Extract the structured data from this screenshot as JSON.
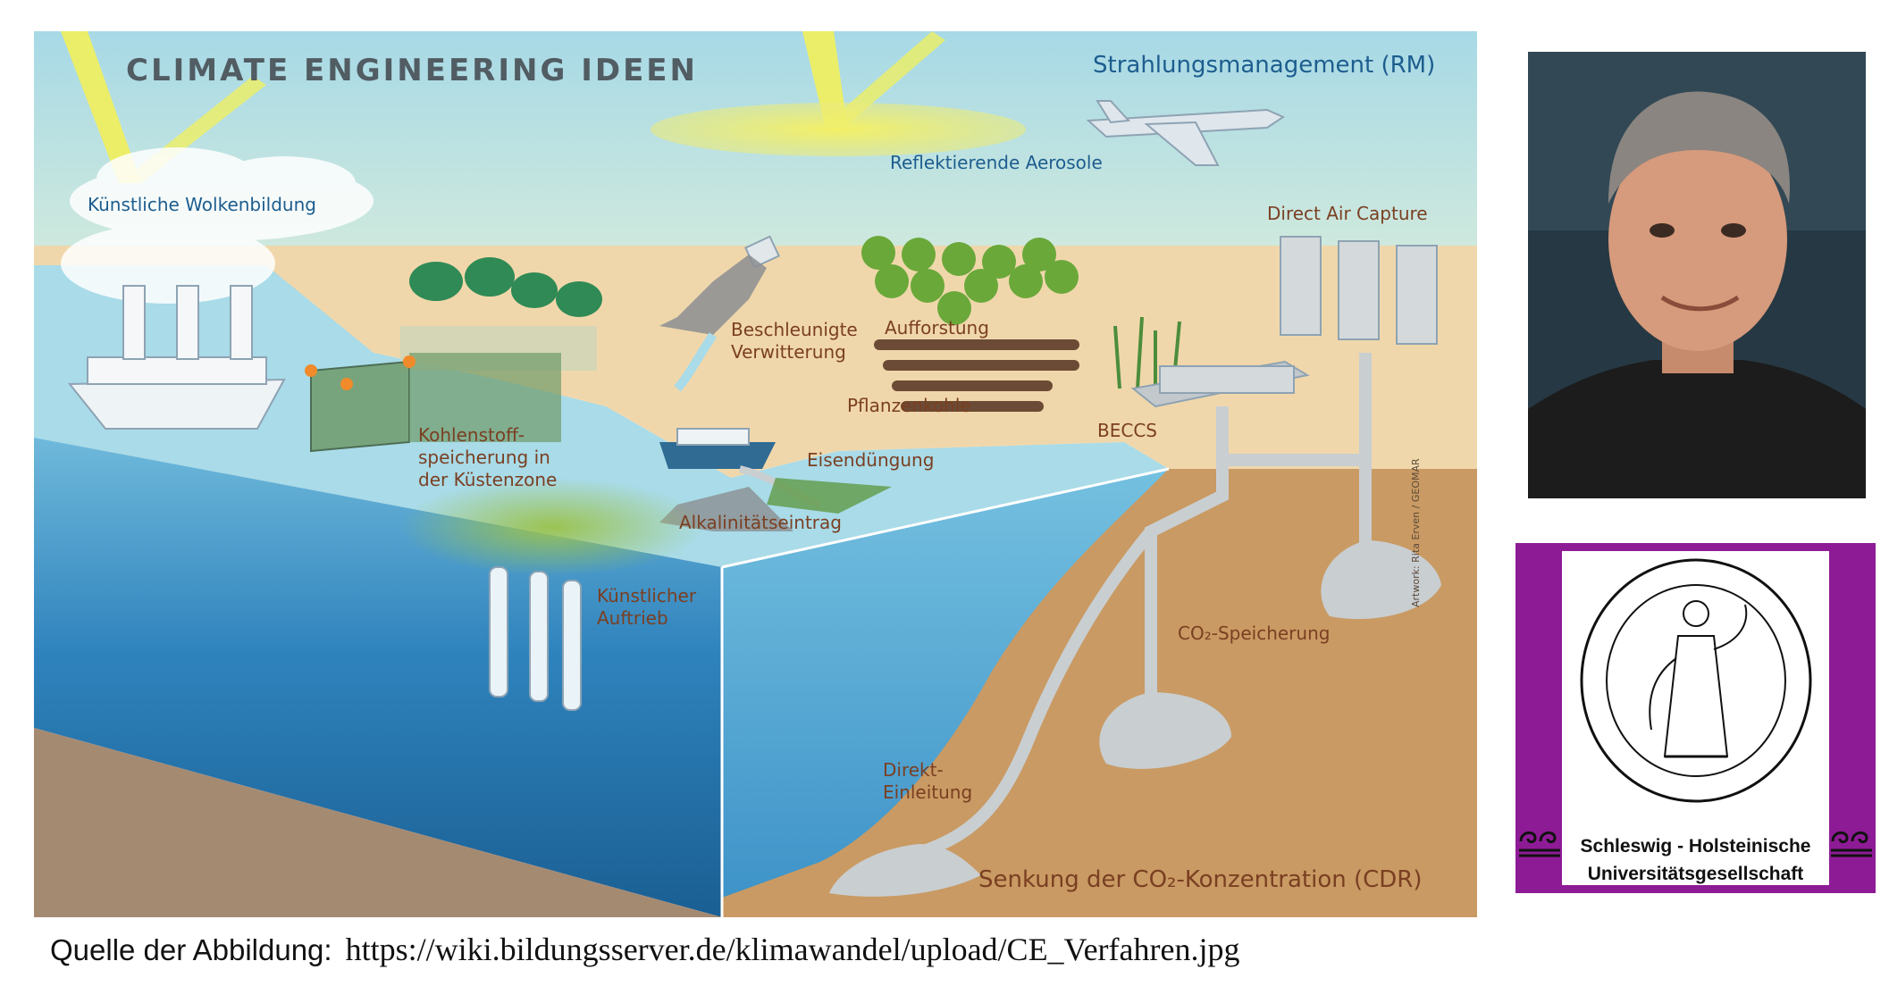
{
  "diagram": {
    "title": "CLIMATE ENGINEERING IDEEN",
    "rm_heading": "Strahlungsmanagement (RM)",
    "cdr_heading": "Senkung der CO₂-Konzentration (CDR)",
    "credit": "Artwork: Rita Erven / GEOMAR",
    "labels": {
      "clouds": "Künstliche Wolkenbildung",
      "aerosols": "Reflektierende Aerosole",
      "dac": "Direct Air Capture",
      "weathering": "Beschleunigte\nVerwitterung",
      "afforestation": "Aufforstung",
      "biochar": "Pflanzenkohle",
      "beccs": "BECCS",
      "coastal": "Kohlenstoff-\nspeicherung in\nder Küstenzone",
      "iron": "Eisendüngung",
      "alkalinity": "Alkalinitätseintrag",
      "upwelling": "Künstlicher\nAuftrieb",
      "co2_storage": "CO₂-Speicherung",
      "direct_injection": "Direkt-\nEinleitung"
    }
  },
  "seal": {
    "line1": "Schleswig - Holsteinische",
    "line2": "Universitätsgesellschaft"
  },
  "source": {
    "label": "Quelle der Abbildung:",
    "url": "https://wiki.bildungsserver.de/klimawandel/upload/CE_Verfahren.jpg"
  },
  "colors": {
    "sky": "#bfe3ea",
    "land": "#f1d9ae",
    "ocean_surface": "#a8dbe8",
    "ocean_deep": "#1e6ea6",
    "earth": "#c99a63",
    "seal_frame": "#8e1b96"
  }
}
